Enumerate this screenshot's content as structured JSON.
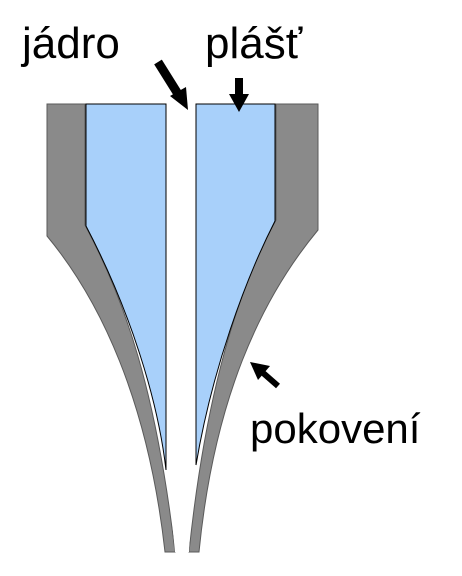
{
  "labels": {
    "core": "jádro",
    "cladding": "plášť",
    "coating": "pokovení"
  },
  "colors": {
    "coating": "#8a8a8a",
    "coating_edge": "#5a5a5a",
    "cladding": "#a8d0fa",
    "core": "#ffffff",
    "text": "#000000",
    "arrow": "#000000"
  }
}
